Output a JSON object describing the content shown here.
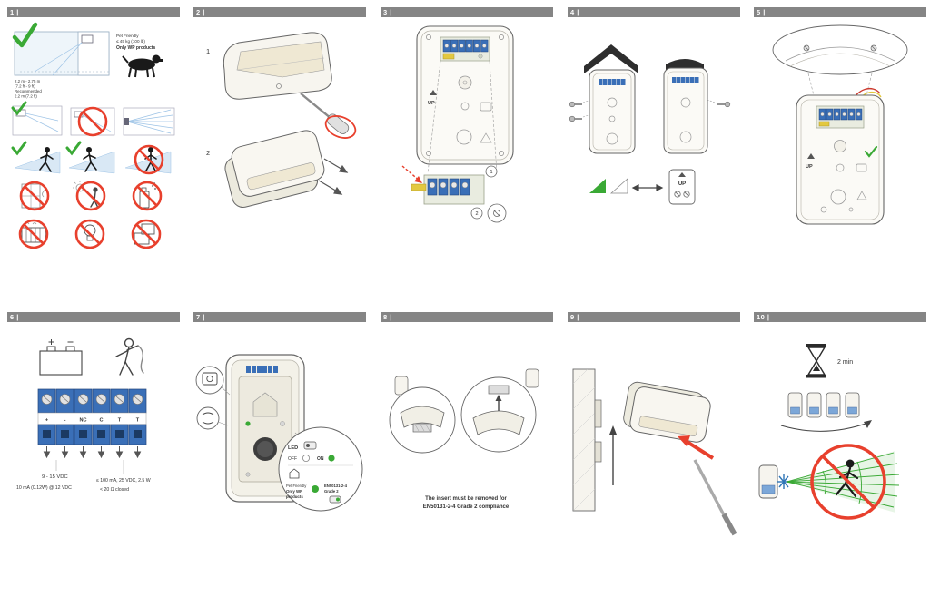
{
  "document": {
    "type": "installation-quick-guide",
    "background": "#ffffff"
  },
  "colors": {
    "panel_header_gray": "#858585",
    "check_green": "#3aa935",
    "prohibit_red": "#e8402d",
    "terminal_blue": "#3a6fb7",
    "beam_blue": "#9dc3e6",
    "beam_green": "#3aa935",
    "wire_red": "#cc3a2e",
    "wire_yellow": "#e3c83f"
  },
  "headers": [
    {
      "label": "1 |"
    },
    {
      "label": "2 |"
    },
    {
      "label": "3 |"
    },
    {
      "label": "4 |"
    },
    {
      "label": "5 |"
    },
    {
      "label": "6 |"
    },
    {
      "label": "7 |"
    },
    {
      "label": "8 |"
    },
    {
      "label": "9 |"
    },
    {
      "label": "10 |"
    }
  ],
  "panel1": {
    "mount_note_lines": [
      "2.2 m - 2.75 m",
      "(7.2 ft - 9 ft)",
      "Recommended",
      "2.2 m (7.2 ft)"
    ],
    "pet_lines": [
      "Pet Friendly",
      "≤ 45 kg (100 lb)"
    ],
    "pet_bold": "Only WP products"
  },
  "panel2": {
    "step_1": "1",
    "step_2": "2"
  },
  "panel3": {
    "up_label": "UP",
    "callout_1": "1",
    "callout_2": "2"
  },
  "panel4": {
    "up_label": "UP"
  },
  "panel5": {
    "up_label": "UP"
  },
  "panel6": {
    "terminal_labels": [
      "+",
      "-",
      "NC",
      "C",
      "T",
      "T"
    ],
    "supply": "9 - 15 VDC",
    "current": "10 mA (0.12W) @ 12 VDC",
    "relay": "≤ 100 mA, 25 VDC, 2.5 W",
    "tamper": "< 20 Ω closed"
  },
  "panel7": {
    "led_label": "LED",
    "off_label": "OFF",
    "on_label": "ON",
    "pet_line1": "Pet Friendly",
    "pet_line2": "Only WP",
    "pet_line3": "products",
    "grade_line1": "EN50131-2-4",
    "grade_line2": "Grade 2"
  },
  "panel8": {
    "note_line1": "The insert must be removed for",
    "note_line2": "EN50131-2-4 Grade 2 compliance"
  },
  "panel10": {
    "walk_test_time": "2 min"
  }
}
